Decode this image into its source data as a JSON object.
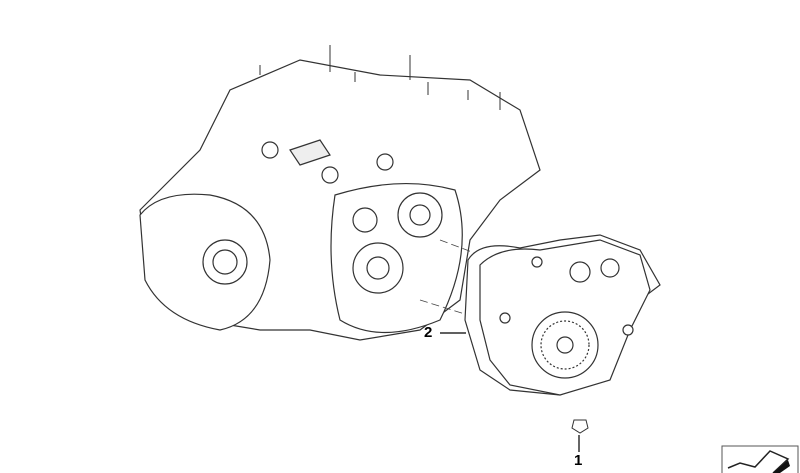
{
  "diagram": {
    "callouts": [
      {
        "number": "2",
        "part": "pump-assembly"
      },
      {
        "number": "1",
        "part": "nut"
      }
    ],
    "corner_icon": "catalog-part-icon",
    "line_color": "#333333"
  }
}
